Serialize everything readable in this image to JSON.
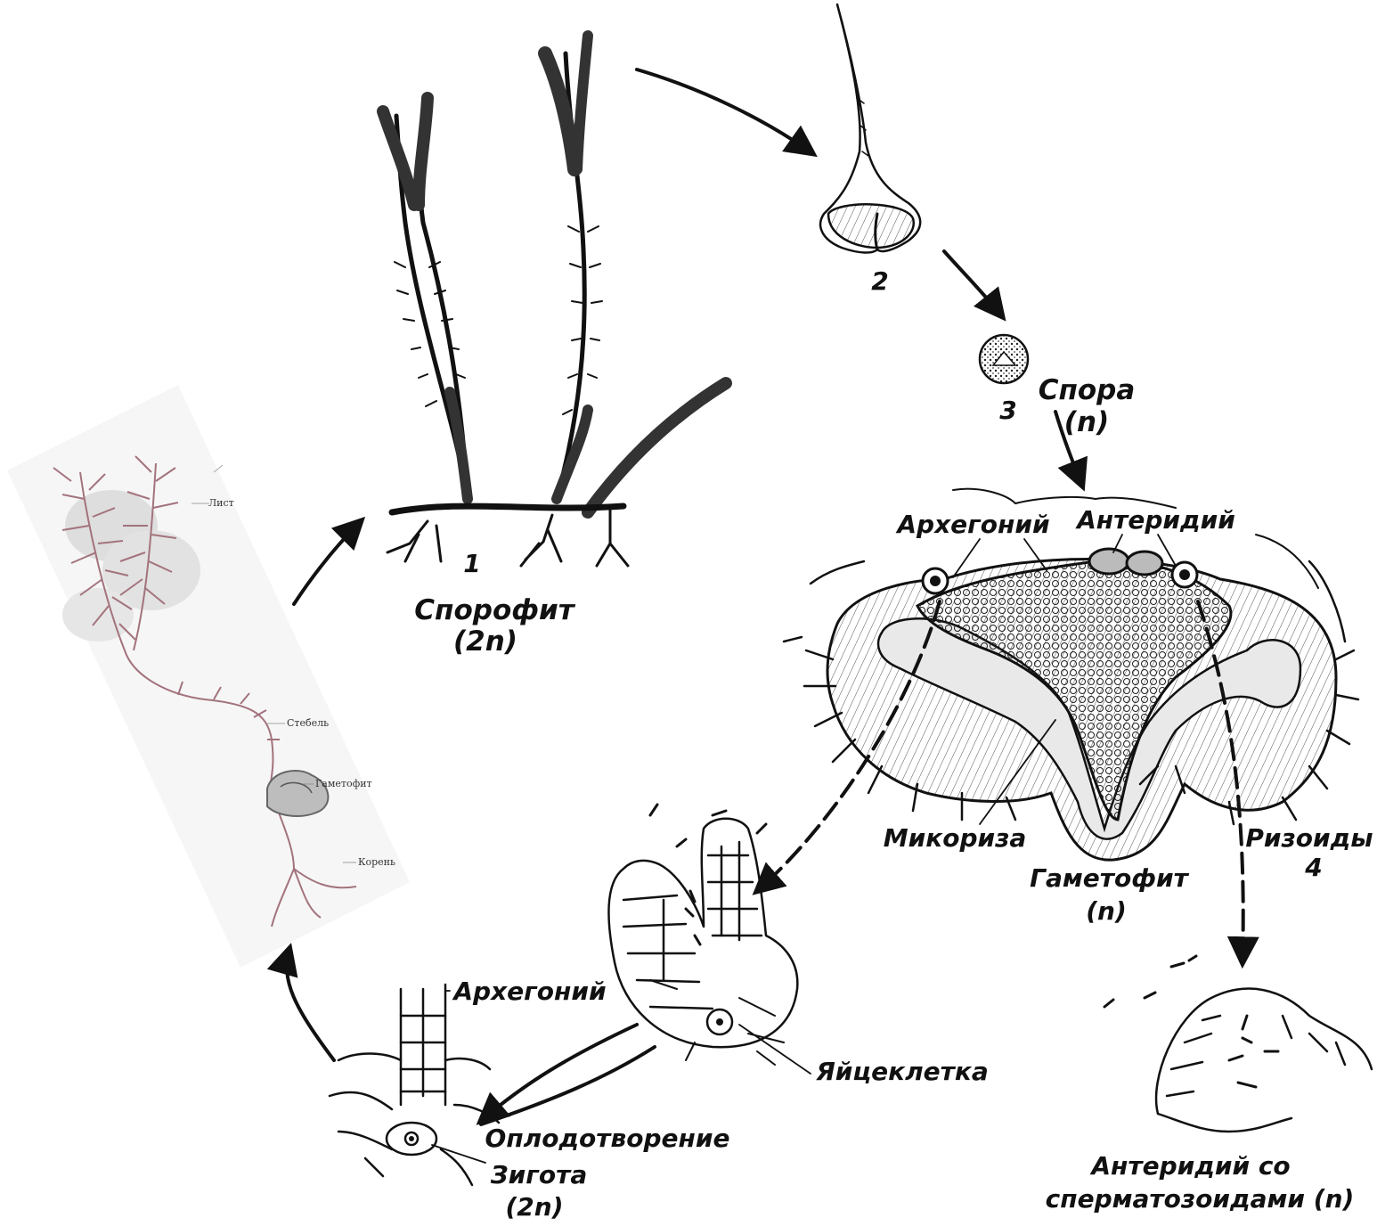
{
  "diagram": {
    "labels": {
      "sporophyte_num": "1",
      "sporophyte": "Спорофит",
      "sporophyte_ploidy": "(2n)",
      "strobilus_num": "2",
      "spore_num": "3",
      "spore": "Спора",
      "spore_ploidy": "(n)",
      "archegonium_top": "Архегоний",
      "antheridium_top": "Антеридий",
      "mycorrhiza": "Микориза",
      "gametophyte": "Гаметофит",
      "gametophyte_ploidy": "(n)",
      "rhizoids": "Ризоиды",
      "rhizoids_num": "4",
      "egg_cell": "Яйцеклетка",
      "archegonium_bottom": "Архегоний",
      "fertilization": "Оплодотворение",
      "zygote": "Зигота",
      "zygote_ploidy": "(2n)",
      "antheridium_bottom_1": "Антеридий   со",
      "antheridium_bottom_2": "сперматозоидами (n)"
    },
    "inset_labels": {
      "leaf": "Лист",
      "stem": "Стебель",
      "gametophyte": "Гаметофит",
      "root": "Корень"
    }
  }
}
